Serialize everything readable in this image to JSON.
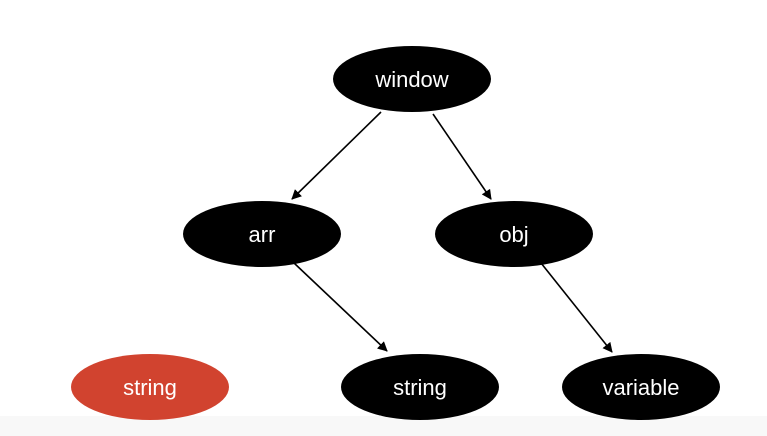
{
  "diagram": {
    "nodes": [
      {
        "id": "window",
        "label": "window",
        "color": "#000000"
      },
      {
        "id": "arr",
        "label": "arr",
        "color": "#000000"
      },
      {
        "id": "obj",
        "label": "obj",
        "color": "#000000"
      },
      {
        "id": "string-orphan",
        "label": "string",
        "color": "#d1432f"
      },
      {
        "id": "string-child",
        "label": "string",
        "color": "#000000"
      },
      {
        "id": "variable",
        "label": "variable",
        "color": "#000000"
      }
    ],
    "edges": [
      {
        "from": "window",
        "to": "arr"
      },
      {
        "from": "window",
        "to": "obj"
      },
      {
        "from": "arr",
        "to": "string-child"
      },
      {
        "from": "obj",
        "to": "variable"
      }
    ],
    "edge_color": "#000000",
    "text_color": "#ffffff"
  }
}
